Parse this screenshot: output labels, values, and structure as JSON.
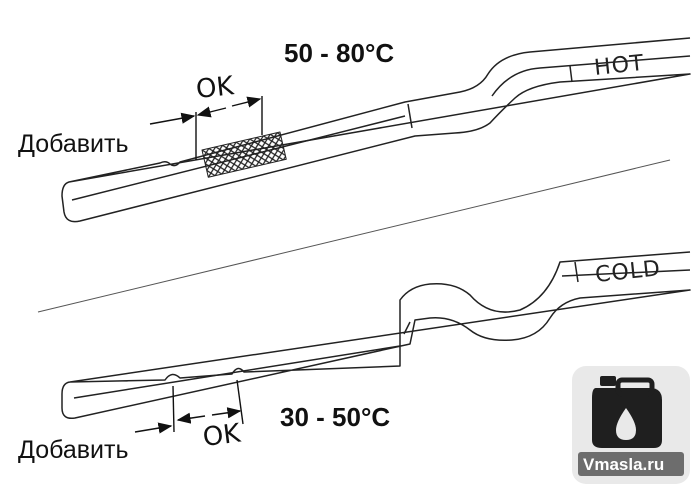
{
  "hot_dipstick": {
    "temperature_range": "50 - 80°C",
    "stamp": "HOT",
    "ok_label": "OK",
    "add_label": "Добавить"
  },
  "cold_dipstick": {
    "temperature_range": "30 - 50°C",
    "stamp": "COLD",
    "ok_label": "OK",
    "add_label": "Добавить"
  },
  "watermark": {
    "text": "Vmasla.ru"
  },
  "colors": {
    "line": "#222222",
    "logo_bg": "#e9e9e9",
    "logo_text_bg": "#6d6d6d"
  }
}
